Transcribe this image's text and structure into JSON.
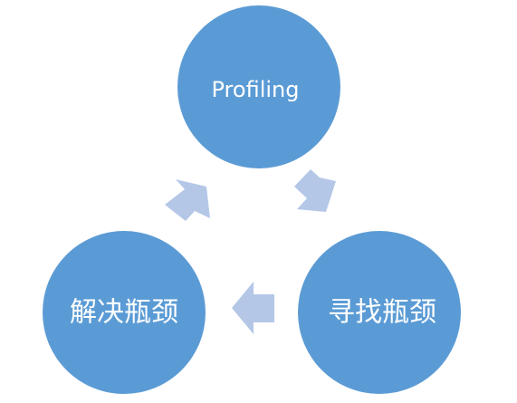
{
  "diagram": {
    "nodes": [
      {
        "id": "profiling",
        "label": "Profiling"
      },
      {
        "id": "find-bottleneck",
        "label": "寻找瓶颈"
      },
      {
        "id": "solve-bottleneck",
        "label": "解决瓶颈"
      }
    ],
    "colors": {
      "node_fill": "#5b9bd5",
      "node_label": "#ffffff",
      "arrow_fill": "#b4c7e7",
      "background": "#ffffff"
    }
  }
}
